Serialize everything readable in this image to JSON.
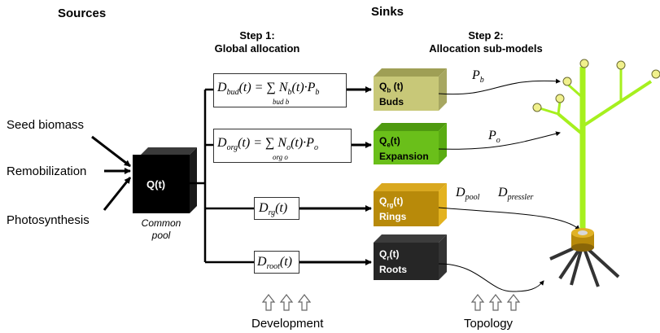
{
  "headers": {
    "sources": "Sources",
    "sinks": "Sinks",
    "step1_line1": "Step 1:",
    "step1_line2": "Global allocation",
    "step2_line1": "Step 2:",
    "step2_line2": "Allocation sub-models"
  },
  "sources": {
    "seed": "Seed biomass",
    "remob": "Remobilization",
    "photo": "Photosynthesis"
  },
  "pool": {
    "label": "Q(t)",
    "caption_line1": "Common",
    "caption_line2": "pool"
  },
  "equations": {
    "bud_lhs": "D",
    "bud_lhs_sub": "bud",
    "bud_rhs": "(t) = ∑ N",
    "bud_rhs_sub": "b",
    "bud_rhs2": "(t)·P",
    "bud_rhs2_sub": "b",
    "bud_sum_sub": "bud  b",
    "org_lhs": "D",
    "org_lhs_sub": "org",
    "org_rhs": "(t) = ∑ N",
    "org_rhs_sub": "o",
    "org_rhs2": "(t)·P",
    "org_rhs2_sub": "o",
    "org_sum_sub": "org  o",
    "rg_main": "D",
    "rg_sub": "rg",
    "rg_tail": "(t)",
    "root_main": "D",
    "root_sub": "root",
    "root_tail": "(t)"
  },
  "sinks": {
    "buds_q": "Q",
    "buds_qsub": "b",
    "buds_t": " (t)",
    "buds_name": "Buds",
    "exp_q": "Q",
    "exp_qsub": "e",
    "exp_t": "(t)",
    "exp_name": "Expansion",
    "rings_q": "Q",
    "rings_qsub": "rg",
    "rings_t": "(t)",
    "rings_name": "Rings",
    "roots_q": "Q",
    "roots_qsub": "r",
    "roots_t": "(t)",
    "roots_name": "Roots"
  },
  "params": {
    "pb": "P",
    "pb_sub": "b",
    "po": "P",
    "po_sub": "o",
    "dpool": "D",
    "dpool_sub": "pool",
    "dpressler": "D",
    "dpressler_sub": "pressler"
  },
  "footer": {
    "development": "Development",
    "topology": "Topology"
  },
  "colors": {
    "buds": "#c8c878",
    "expansion": "#6abf1a",
    "rings": "#b88a0a",
    "roots": "#262626",
    "pool": "#000000",
    "plant": "#a6f01e",
    "leaf_ball": "#f0f08c"
  }
}
